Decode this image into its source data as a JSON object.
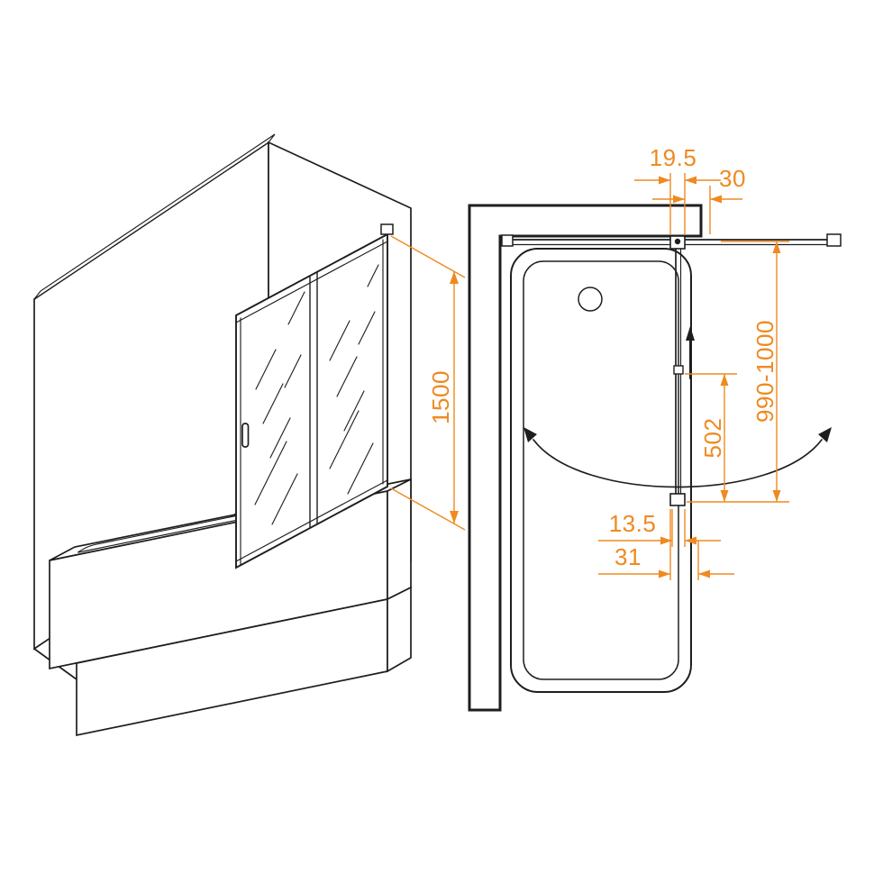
{
  "colors": {
    "line": "#1e1e1e",
    "dimension": "#ee8a21",
    "background": "#ffffff"
  },
  "isometric_view": {
    "dim_height": "1500"
  },
  "plan_view": {
    "dim_profile_width": "19.5",
    "dim_wall_offset": "30",
    "dim_screen_length": "990-1000",
    "dim_slide_travel": "502",
    "dim_gap_small": "13.5",
    "dim_gap_large": "31"
  }
}
